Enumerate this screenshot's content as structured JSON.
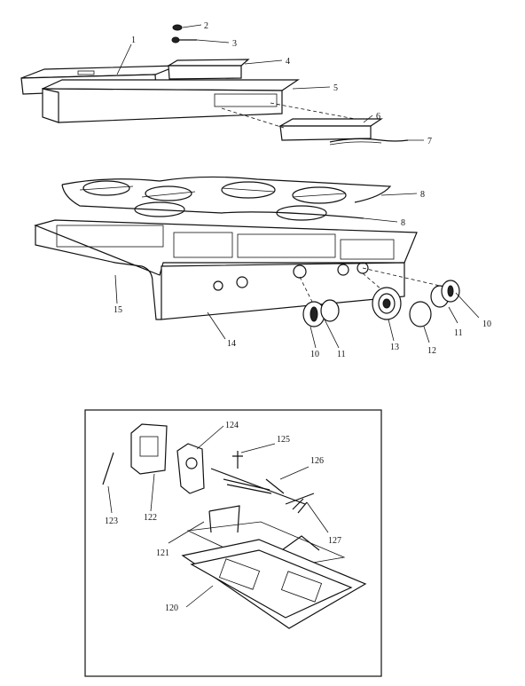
{
  "callouts": {
    "c1": "1",
    "c2": "2",
    "c3": "3",
    "c4": "4",
    "c5": "5",
    "c6": "6",
    "c7": "7",
    "c8a": "8",
    "c8b": "8",
    "c10a": "10",
    "c10b": "10",
    "c11a": "11",
    "c11b": "11",
    "c12": "12",
    "c13": "13",
    "c14": "14",
    "c15": "15",
    "c120": "120",
    "c121": "121",
    "c122": "122",
    "c123": "123",
    "c124": "124",
    "c125": "125",
    "c126": "126",
    "c127": "127"
  }
}
